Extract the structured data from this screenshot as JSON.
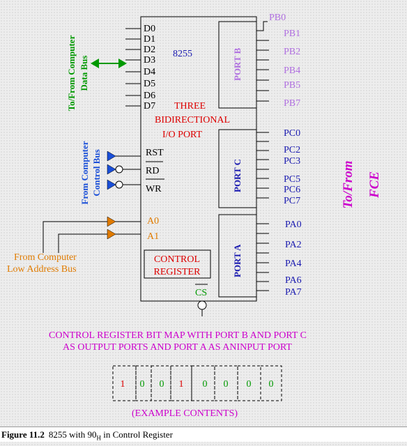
{
  "chip": {
    "name": "8255",
    "center_text": [
      "THREE",
      "BIDIRECTIONAL",
      "I/O PORT"
    ]
  },
  "data_pins": [
    "D0",
    "D1",
    "D2",
    "D3",
    "D4",
    "D5",
    "D6",
    "D7"
  ],
  "control_pins": {
    "rst": "RST",
    "rd": "RD",
    "wr": "WR",
    "a0": "A0",
    "a1": "A1",
    "cs": "CS"
  },
  "ports": {
    "b": "PORT B",
    "c": "PORT C",
    "a": "PORT A"
  },
  "control_register": [
    "CONTROL",
    "REGISTER"
  ],
  "port_b_pins": [
    "PB0",
    "PB1",
    "PB2",
    "PB4",
    "PB5",
    "PB7"
  ],
  "port_c_pins": [
    "PC0",
    "PC2",
    "PC3",
    "PC5",
    "PC6",
    "PC7"
  ],
  "port_a_pins": [
    "PA0",
    "PA2",
    "PA4",
    "PA6",
    "PA7"
  ],
  "labels": {
    "data_bus": [
      "To/From Computer",
      "Data Bus"
    ],
    "control_bus": [
      "From Computer",
      "Control Bus"
    ],
    "address_bus": [
      "From Computer",
      "Low Address Bus"
    ],
    "fce": [
      "To/From",
      "FCE"
    ]
  },
  "bitmap": {
    "title": [
      "CONTROL REGISTER BIT MAP WITH PORT B AND PORT C",
      "AS  OUTPUT PORTS AND PORT A AS ANINPUT PORT"
    ],
    "bits": [
      "1",
      "0",
      "0",
      "1",
      "0",
      "0",
      "0",
      "0"
    ],
    "caption": "(EXAMPLE CONTENTS)"
  },
  "figure": {
    "number": "Figure 11.2",
    "text": "8255 with 90",
    "subscript": "H",
    "text_after": " in Control Register"
  },
  "colors": {
    "red": "#dd0000",
    "green": "#009900",
    "blue": "#1a4fd8",
    "navy": "#1a1ab0",
    "violet": "#b070e0",
    "magenta": "#cc00cc",
    "orange": "#e07b00"
  }
}
